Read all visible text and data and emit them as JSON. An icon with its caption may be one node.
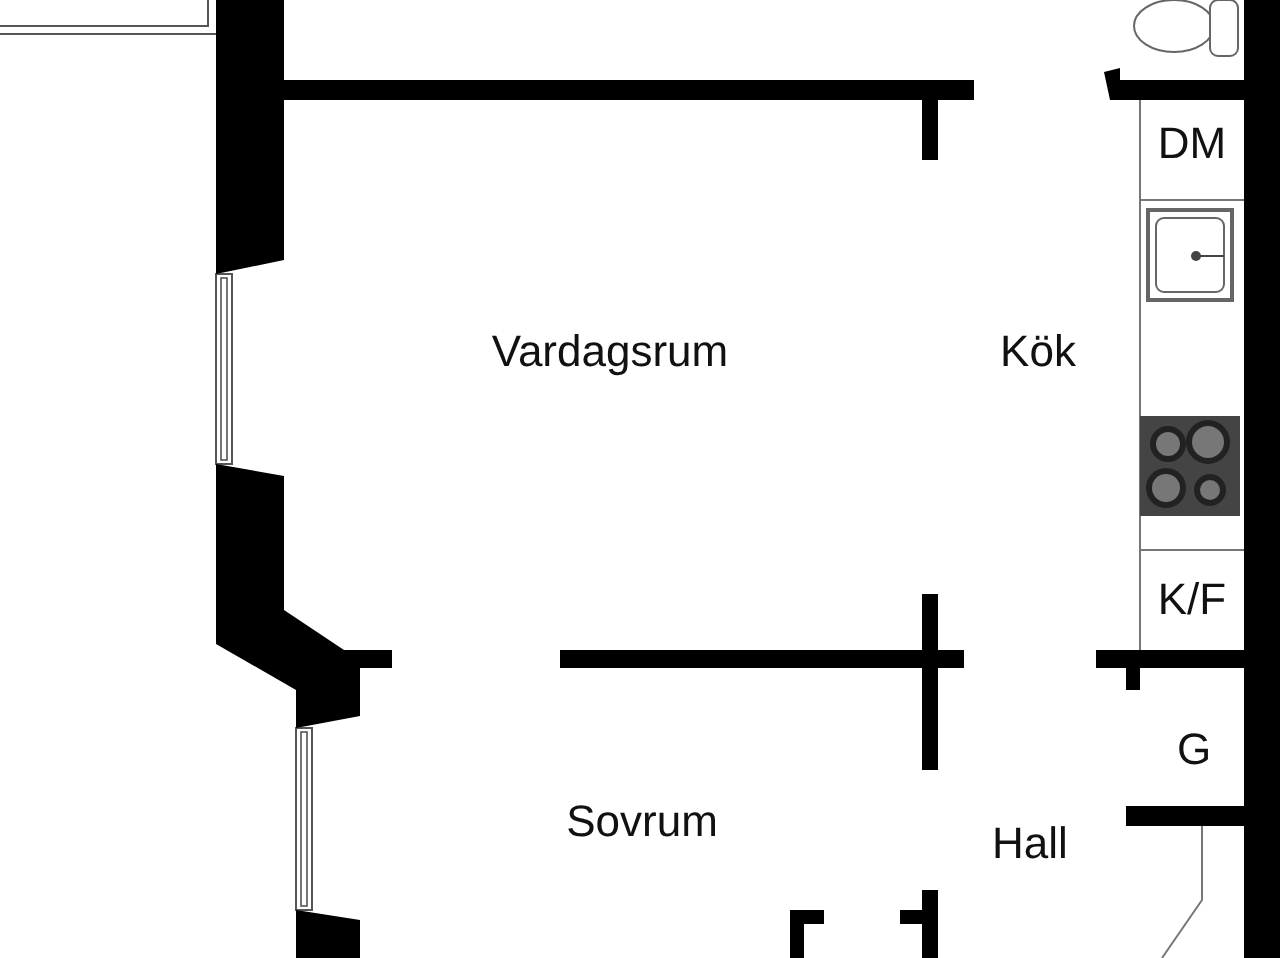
{
  "diagram": {
    "labels": [
      "DM",
      "Vardagsrum",
      "Kök",
      "K/F",
      "G",
      "Sovrum",
      "Hall"
    ]
  }
}
